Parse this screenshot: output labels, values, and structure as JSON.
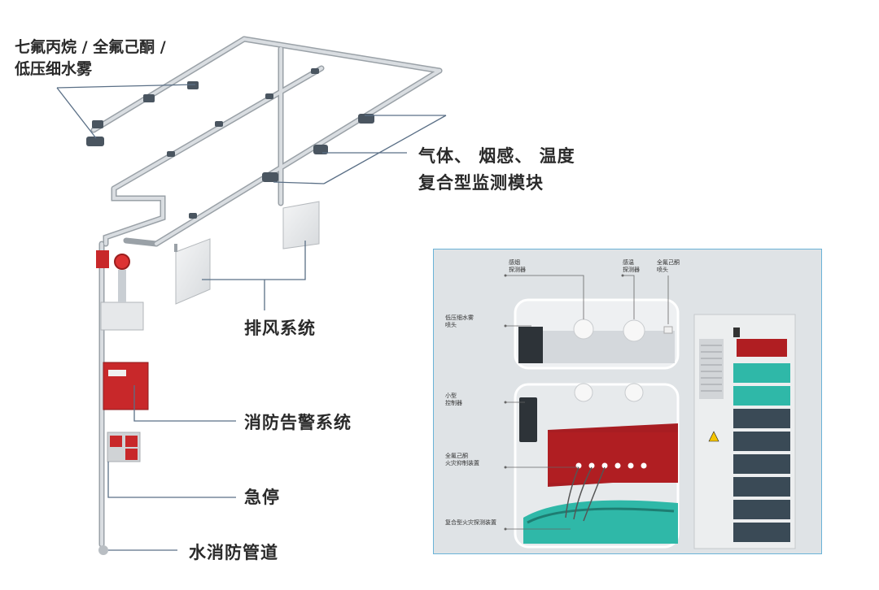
{
  "labels": {
    "agent_line1": "七氟丙烷 / 全氟己酮 /",
    "agent_line2": "低压细水雾",
    "module_line1": "气体、 烟感、 温度",
    "module_line2": "复合型监测模块",
    "exhaust": "排风系统",
    "alarm": "消防告警系统",
    "estop": "急停",
    "water": "水消防管道"
  },
  "inset": {
    "smoke_detector": [
      "感烟",
      "探测器"
    ],
    "heat_detector": [
      "感温",
      "探测器"
    ],
    "pfk_nozzle": [
      "全氟己酮",
      "喷头"
    ],
    "mist_nozzle": [
      "低压细水雾",
      "喷头"
    ],
    "small_controller": [
      "小型",
      "控制器"
    ],
    "pfk_suppression": [
      "全氟己酮",
      "火灾抑制装置"
    ],
    "composite_detection": [
      "复合型火灾探测装置"
    ]
  },
  "colors": {
    "pipe": "#c9ced3",
    "pipe_dark": "#8d949b",
    "alarm_red": "#c8282a",
    "leader": "#5a6f86",
    "inset_border": "#6ab3d8",
    "module_red": "#b01e22",
    "battery_green": "#2fb8a8",
    "battery_dark": "#3a4a56"
  }
}
